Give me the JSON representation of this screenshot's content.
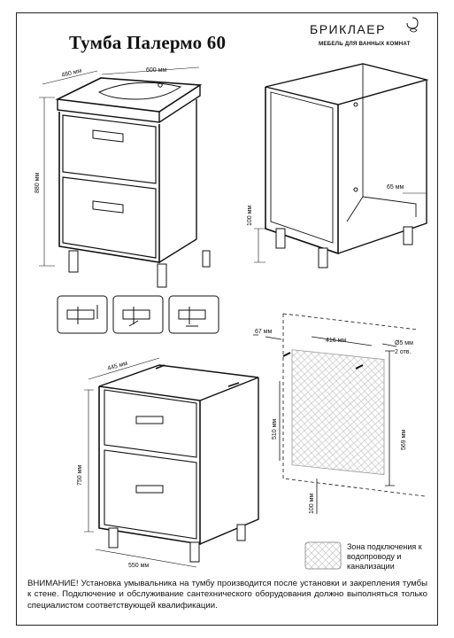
{
  "title": "Тумба Палермо 60",
  "brand": {
    "name": "БРИКЛАЕР",
    "tagline": "МЕБЕЛЬ ДЛЯ ВАННЫХ КОМНАТ"
  },
  "top_view": {
    "depth": "480 мм",
    "width": "600 мм",
    "height": "880 мм"
  },
  "frame_view": {
    "leg_height": "100 мм",
    "side_gap": "65 мм"
  },
  "front_view": {
    "depth": "445 мм",
    "height": "750 мм",
    "width": "550 мм"
  },
  "wall_view": {
    "left_offset": "67 мм",
    "hole_spacing": "416 мм",
    "hole_diameter": "Ø5 мм",
    "hole_count": "2 отв.",
    "zone_height": "510 мм",
    "hole_height": "569 мм",
    "floor_offset": "100 мм"
  },
  "legend": {
    "text": "Зона подключения к водопроводу и канализации"
  },
  "notice": "ВНИМАНИЕ! Установка умывальника на тумбу производится после установки и закрепления тумбы к стене. Подключение и обслуживание сантехнического оборудования должно выполняться только специалистом соответствующей квалификации."
}
